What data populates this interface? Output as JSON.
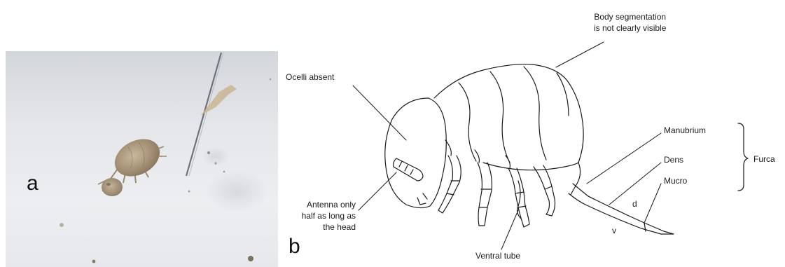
{
  "panels": {
    "a": {
      "letter": "a"
    },
    "b": {
      "letter": "b"
    }
  },
  "labels": {
    "body_segmentation_line1": "Body segmentation",
    "body_segmentation_line2": "is not clearly visible",
    "ocelli": "Ocelli absent",
    "antenna_line1": "Antenna only",
    "antenna_line2": "half as long as",
    "antenna_line3": "the head",
    "ventral_tube": "Ventral tube",
    "manubrium": "Manubrium",
    "dens": "Dens",
    "mucro": "Mucro",
    "furca": "Furca",
    "dorsal": "d",
    "ventral": "v"
  },
  "colors": {
    "ink": "#1a1a1a",
    "photo_background": "#e6e8ec",
    "specimen": "#a89478"
  }
}
